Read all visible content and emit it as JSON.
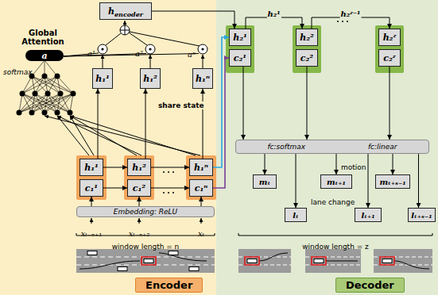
{
  "diagram": {
    "nodes": [
      {
        "text": [
          "Encoder"
        ]
      },
      {
        "text": [
          "Decoder"
        ]
      },
      {
        "text": [
          "h",
          "encoder"
        ],
        "in": 0
      },
      {
        "text": [
          "a"
        ],
        "in": 0
      },
      {
        "text": [
          "h₁¹"
        ],
        "in": 0
      },
      {
        "text": [
          "h₁²"
        ],
        "in": 0
      },
      {
        "text": [
          "h₁ⁿ"
        ],
        "in": 0
      },
      {
        "text": [
          "h₁¹"
        ],
        "in": 0
      },
      {
        "text": [
          "c₁¹"
        ],
        "in": 0
      },
      {
        "text": [
          "h₁²"
        ],
        "in": 0
      },
      {
        "text": [
          "c₁²"
        ],
        "in": 0
      },
      {
        "text": [
          "h₁ⁿ"
        ],
        "in": 0
      },
      {
        "text": [
          "c₁ⁿ"
        ],
        "in": 0
      },
      {
        "text": [
          "Embedding: ReLU"
        ],
        "in": 0
      },
      {
        "text": [
          "h₂¹"
        ],
        "in": 1
      },
      {
        "text": [
          "c₂¹"
        ],
        "in": 1
      },
      {
        "text": [
          "h₂²"
        ],
        "in": 1
      },
      {
        "text": [
          "c₂²"
        ],
        "in": 1
      },
      {
        "text": [
          "h₂ᶻ"
        ],
        "in": 1
      },
      {
        "text": [
          "c₂ᶻ"
        ],
        "in": 1
      },
      {
        "text": [
          "fc:softmax",
          "fc:linear"
        ],
        "in": 1
      },
      {
        "text": [
          "mₜ"
        ],
        "in": 1
      },
      {
        "text": [
          "mₜ₊₁"
        ],
        "in": 1
      },
      {
        "text": [
          "mₜ₊ₛ₋₁"
        ],
        "in": 1
      },
      {
        "text": [
          "lₜ"
        ],
        "in": 1
      },
      {
        "text": [
          "lₜ₊₁"
        ],
        "in": 1
      },
      {
        "text": [
          "lₜ₊ₛ₋₁"
        ],
        "in": 1
      }
    ],
    "edges": [
      {
        "from": 7,
        "to": 4,
        "arrow": "to"
      },
      {
        "from": 9,
        "to": 5,
        "arrow": "to"
      },
      {
        "from": 11,
        "to": 6,
        "arrow": "to"
      },
      {
        "from": 7,
        "to": 9,
        "arrow": "to"
      },
      {
        "from": 9,
        "to": 11,
        "arrow": "to"
      },
      {
        "from": 8,
        "to": 10,
        "arrow": "to"
      },
      {
        "from": 10,
        "to": 12,
        "arrow": "to"
      },
      {
        "from": 13,
        "to": 8,
        "arrow": "to"
      },
      {
        "from": 13,
        "to": 10,
        "arrow": "to"
      },
      {
        "from": 13,
        "to": 12,
        "arrow": "to"
      },
      {
        "from": 11,
        "to": 14,
        "arrow": "to"
      },
      {
        "from": 12,
        "to": 15,
        "arrow": "to"
      },
      {
        "from": 2,
        "to": 14,
        "arrow": "to"
      },
      {
        "from": 14,
        "to": 16,
        "label": "h₂¹",
        "arrow": "to"
      },
      {
        "from": 16,
        "to": 18,
        "label": "h₂ᶻ⁻¹",
        "arrow": "to"
      },
      {
        "from": 15,
        "to": 20,
        "arrow": "to"
      },
      {
        "from": 17,
        "to": 20,
        "arrow": "to"
      },
      {
        "from": 19,
        "to": 20,
        "arrow": "to"
      },
      {
        "from": 20,
        "to": 21,
        "arrow": "to"
      },
      {
        "from": 20,
        "to": 22,
        "arrow": "to"
      },
      {
        "from": 20,
        "to": 23,
        "arrow": "to"
      },
      {
        "from": 20,
        "to": 24,
        "arrow": "to"
      },
      {
        "from": 20,
        "to": 25,
        "arrow": "to"
      },
      {
        "from": 20,
        "to": 26,
        "arrow": "to"
      }
    ],
    "labels": [
      "Global Attention",
      "softmax",
      "a¹",
      "a²",
      "aⁿ",
      "share state",
      "xₜ₋ₙ₊₁",
      "xₜ₋ₙ₊₂",
      "xₜ",
      "window length = n",
      "motion",
      "lane change",
      "window length = z"
    ]
  }
}
